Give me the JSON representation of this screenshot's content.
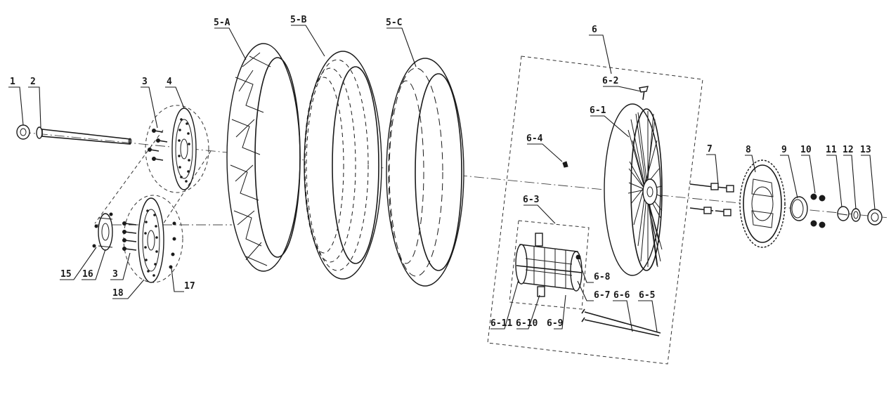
{
  "labels": {
    "p1": "1",
    "p2": "2",
    "p3a": "3",
    "p4": "4",
    "p5a": "5-A",
    "p5b": "5-B",
    "p5c": "5-C",
    "p6": "6",
    "p6_1": "6-1",
    "p6_2": "6-2",
    "p6_3": "6-3",
    "p6_4": "6-4",
    "p6_5": "6-5",
    "p6_6": "6-6",
    "p6_7": "6-7",
    "p6_8": "6-8",
    "p6_9": "6-9",
    "p6_10": "6-10",
    "p6_11": "6-11",
    "p7": "7",
    "p8": "8",
    "p9": "9",
    "p10": "10",
    "p11": "11",
    "p12": "12",
    "p13": "13",
    "p15": "15",
    "p16": "16",
    "p3b": "3",
    "p18": "18",
    "p17": "17"
  },
  "colors": {
    "line": "#1a1a1a",
    "background": "#ffffff"
  }
}
